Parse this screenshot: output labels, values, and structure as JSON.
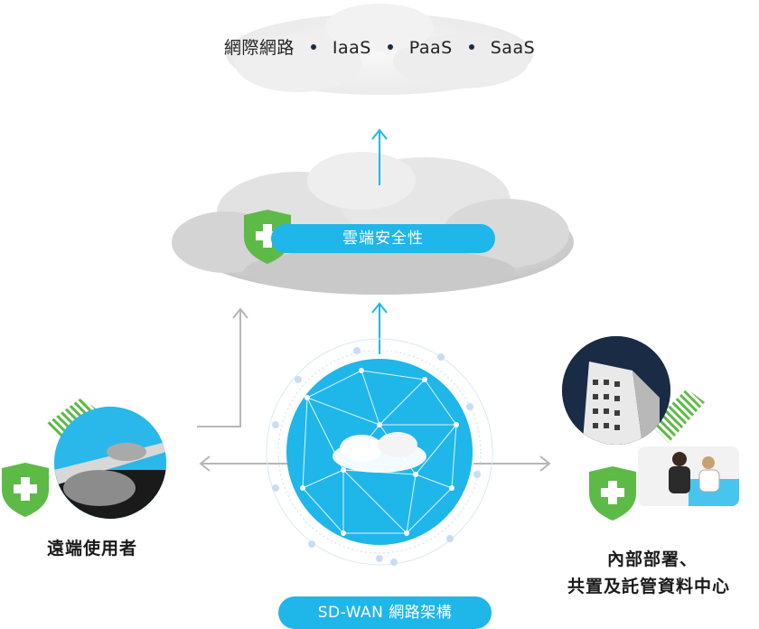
{
  "top_labels": {
    "item1": "網際網路",
    "item2": "IaaS",
    "item3": "PaaS",
    "item4": "SaaS"
  },
  "cloud_security": {
    "label": "雲端安全性"
  },
  "sdwan": {
    "label": "SD-WAN 網路架構"
  },
  "remote_users": {
    "label": "遠端使用者"
  },
  "datacenter": {
    "label_line1": "內部部署、",
    "label_line2": "共置及託管資料中心"
  },
  "colors": {
    "accent_blue": "#1fb6ea",
    "shield_green": "#5dba47",
    "arrow_gray": "#b7b7b7",
    "navy": "#1a2b45"
  },
  "icons": [
    "shield-plus-icon",
    "arrow-up-icon",
    "arrow-left-icon",
    "arrow-right-icon"
  ]
}
